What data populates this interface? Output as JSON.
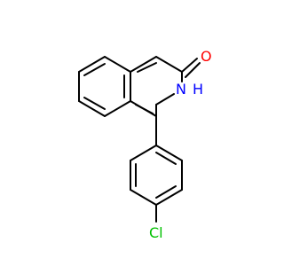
{
  "molecule": {
    "atoms": {
      "oxygen": {
        "text": "O",
        "color": "#ff0000"
      },
      "nitrogen": {
        "text": "N",
        "color": "#0000ff"
      },
      "nitrogen_h": {
        "text": "H",
        "color": "#0000ff"
      },
      "chlorine": {
        "text": "Cl",
        "color": "#00c000"
      }
    },
    "bond_color": "#000000"
  }
}
